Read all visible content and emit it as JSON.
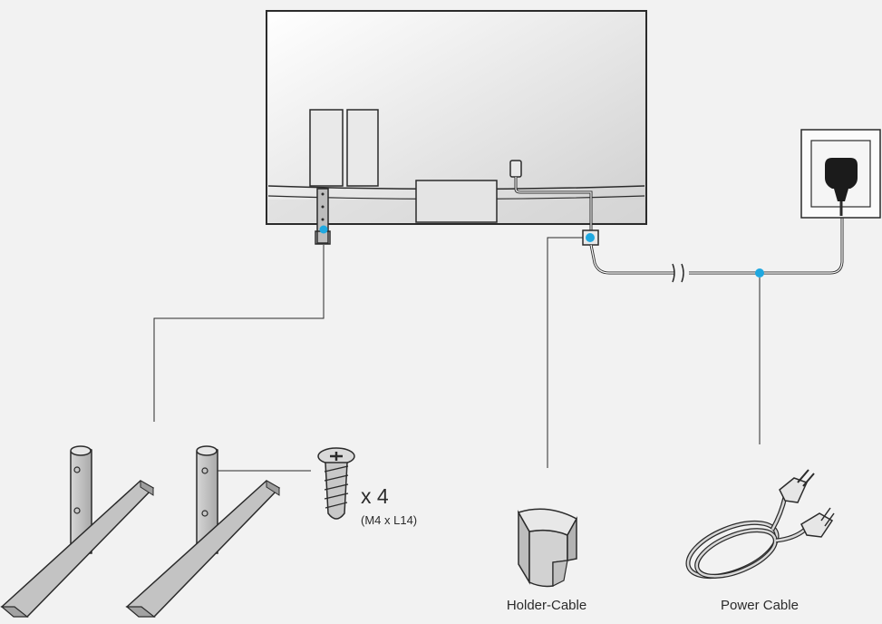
{
  "screws": {
    "count": "x 4",
    "spec": "(M4 x L14)"
  },
  "parts": {
    "holder_cable": "Holder-Cable",
    "power_cable": "Power Cable"
  },
  "colors": {
    "background": "#f2f2f2",
    "outline": "#2b2b2b",
    "highlight_dot": "#1fa8e0",
    "part_fill": "#c9c9c9"
  }
}
